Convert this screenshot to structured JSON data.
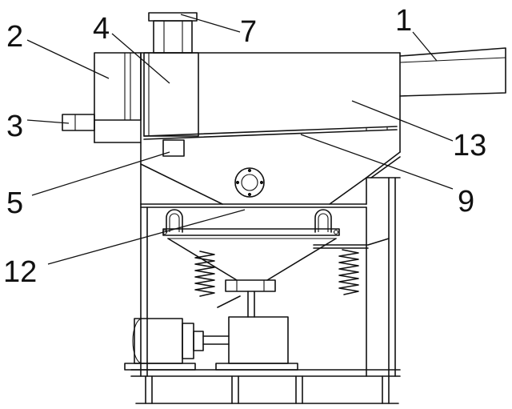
{
  "labels": {
    "l1": "1",
    "l2": "2",
    "l3": "3",
    "l4": "4",
    "l5": "5",
    "l7": "7",
    "l9": "9",
    "l12": "12",
    "l13": "13"
  },
  "colors": {
    "line": "#111111",
    "background": "#ffffff"
  }
}
